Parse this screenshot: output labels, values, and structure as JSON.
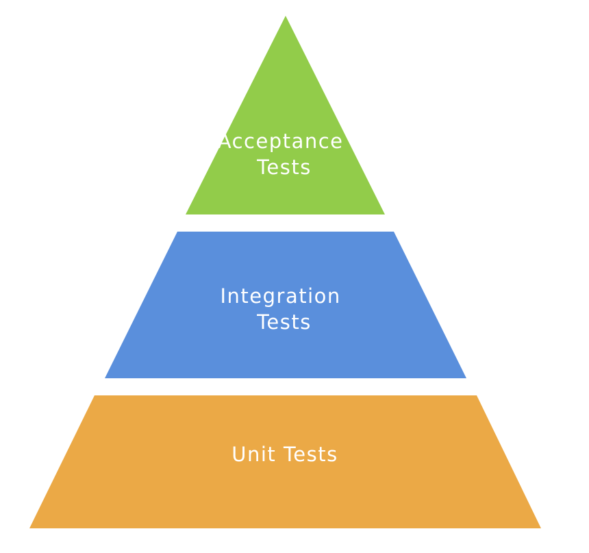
{
  "pyramid": {
    "tiers": [
      {
        "id": "acceptance",
        "lines": [
          "Acceptance",
          "Tests"
        ],
        "color": "#92cc4a"
      },
      {
        "id": "integration",
        "lines": [
          "Integration",
          "Tests"
        ],
        "color": "#5a8fdc"
      },
      {
        "id": "unit",
        "lines": [
          "Unit Tests"
        ],
        "color": "#eba946"
      }
    ]
  }
}
